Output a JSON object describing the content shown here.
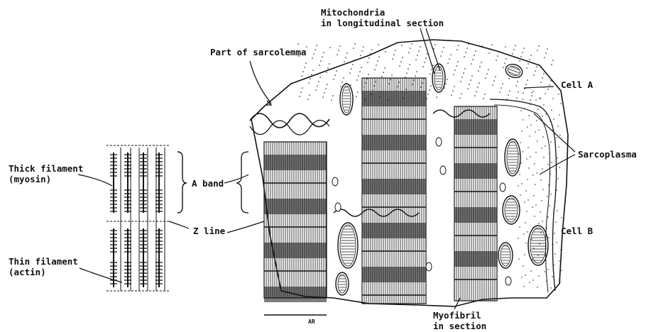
{
  "labels": {
    "mitochondria_line1": "Mitochondria",
    "mitochondria_line2": "in longitudinal section",
    "sarcolemma": "Part of sarcolemma",
    "cell_a": "Cell A",
    "cell_b": "Cell B",
    "sarcoplasma": "Sarcoplasma",
    "thick_filament_line1": "Thick filament",
    "thick_filament_line2": "(myosin)",
    "a_band": "A band",
    "z_line": "Z line",
    "thin_filament_line1": "Thin filament",
    "thin_filament_line2": "(actin)",
    "myofibril_line1": "Myofibril",
    "myofibril_line2": "in section",
    "signature": "AR"
  },
  "colors": {
    "ink": "#111111",
    "paper": "#ffffff"
  }
}
